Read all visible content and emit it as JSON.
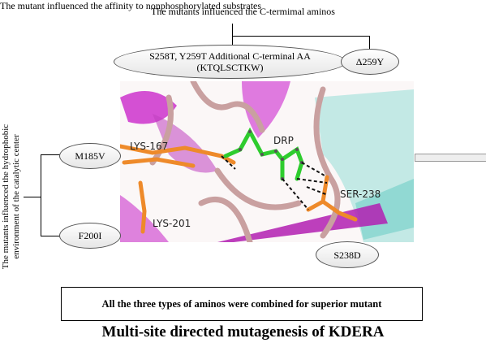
{
  "top_note": "The mutants influenced the C-termimal aminos",
  "c_terminal_mutants": {
    "left_line1": "S258T, Y259T Additional C-terminal AA",
    "left_line2": "(KTQLSCTKW)",
    "right": "Δ259Y"
  },
  "hydrophobic_note_line1": "The mutants influenced the hydrophobic",
  "hydrophobic_note_line2": "environment of the catalytic center",
  "hydrophobic_mutants": [
    "M185V",
    "F200I"
  ],
  "affinity_mutant": "S238D",
  "affinity_note": "The mutant influenced the affinity to nonphosphorylated substrates",
  "structure_labels": {
    "lys167": "LYS-167",
    "drp": "DRP",
    "ser238": "SER-238",
    "lys201": "LYS-201"
  },
  "summary": "All the three types of aminos were combined for superior mutant",
  "title": "Multi-site directed mutagenesis of KDERA",
  "colors": {
    "ligand": "#2ecc2e",
    "residue": "#ee8a2a",
    "helix": "#cc33cc",
    "coil": "#c9a0a0",
    "sheet": "#7fd6cf"
  }
}
